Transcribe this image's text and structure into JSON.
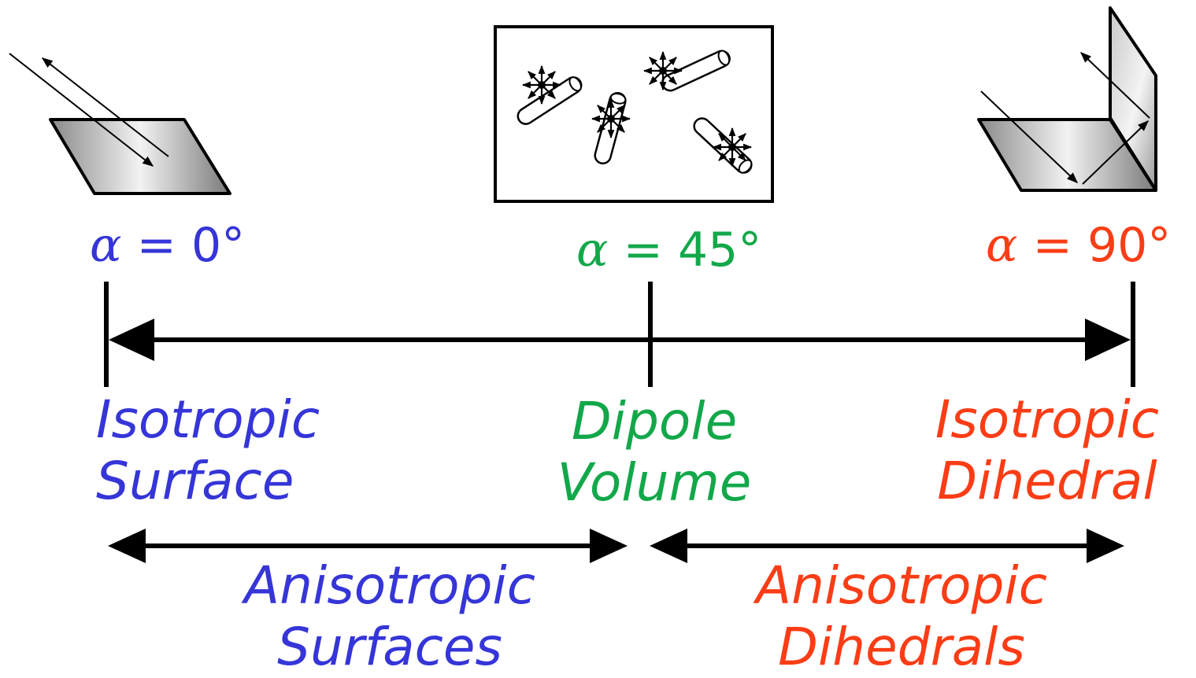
{
  "colors": {
    "blue": "#3535d8",
    "green": "#12a84a",
    "red": "#fa3d16",
    "line": "#000000"
  },
  "alpha_symbol": "α",
  "labels": {
    "left_alpha": "= 0°",
    "mid_alpha": "= 45°",
    "right_alpha": "= 90°",
    "left_class_1": "Isotropic",
    "left_class_2": "Surface",
    "mid_class_1": "Dipole",
    "mid_class_2": "Volume",
    "right_class_1": "Isotropic",
    "right_class_2": "Dihedral",
    "range_left_1": "Anisotropic",
    "range_left_2": "Surfaces",
    "range_right_1": "Anisotropic",
    "range_right_2": "Dihedrals"
  },
  "icons": {
    "left": "surface-reflection-icon",
    "middle": "dipole-volume-icon",
    "right": "dihedral-reflection-icon"
  }
}
